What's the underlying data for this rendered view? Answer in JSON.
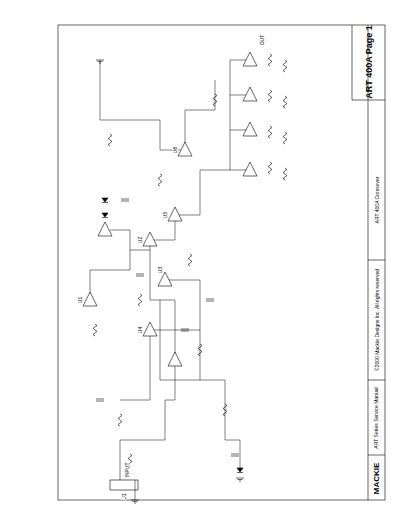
{
  "diagram": {
    "nodes": [
      {
        "text": [
          "MACKIE"
        ]
      },
      {
        "text": [
          "ART Series Service Manual"
        ]
      },
      {
        "text": [
          "©2000 Mackie Designs Inc. All rights reserved"
        ]
      },
      {
        "text": [
          "ART 400A Crossover"
        ]
      },
      {
        "text": [
          "ART 400A Page 1"
        ]
      }
    ],
    "edges": [],
    "labels": [
      "INPUT",
      "U1",
      "U2",
      "U3",
      "U4",
      "U5",
      "U6",
      "J1",
      "OUT"
    ]
  }
}
